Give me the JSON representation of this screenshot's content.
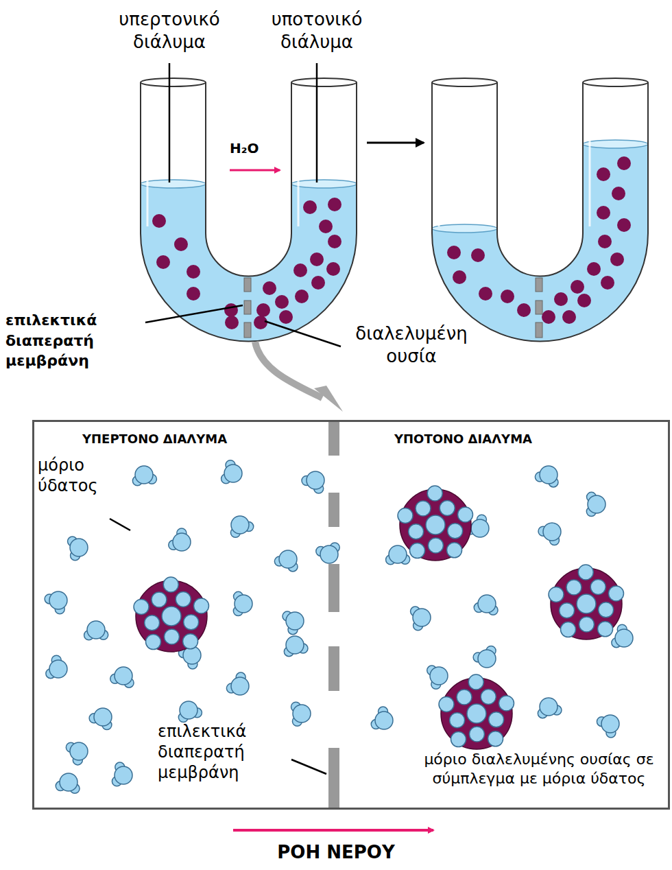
{
  "diagram": {
    "nodes": [
      {
        "text": [
          "ΥΠΕΡΤΟΝΟ ΔΙΑΛΥΜΑ",
          "ΥΠΟΤΟΝΟ ΔΙΑΛΥΜΑ",
          "μόριο ύδατος",
          "επιλεκτικά διαπερατή μεμβράνη",
          "μόριο διαλελυμένης ουσίας σε σύμπλεγμα με μόρια ύδατος"
        ]
      }
    ],
    "labels": [
      "υπερτονικό διάλυμα",
      "υποτονικό διάλυμα",
      "H₂O",
      "επιλεκτικά διαπερατή μεμβράνη",
      "διαλελυμένη ουσία",
      "ΡΟΗ ΝΕΡΟΥ"
    ]
  }
}
